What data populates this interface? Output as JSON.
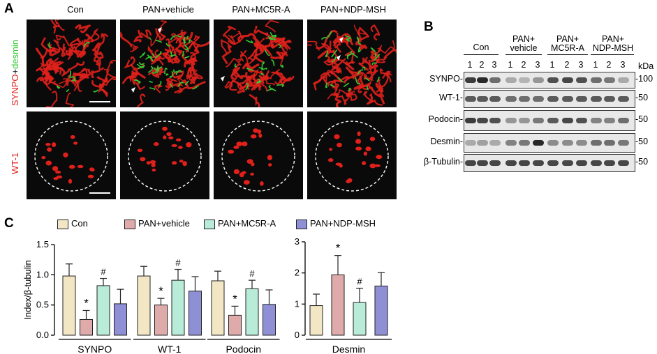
{
  "panel_letters": {
    "a": "A",
    "b": "B",
    "c": "C"
  },
  "panel_a": {
    "columns": [
      "Con",
      "PAN+vehicle",
      "PAN+MC5R-A",
      "PAN+NDP-MSH"
    ],
    "row1_label_red": "SYNPO",
    "row1_label_plus": "+",
    "row1_label_green": "desmin",
    "row2_label": "WT-1",
    "colors": {
      "red": "#e0201b",
      "green": "#33cc33",
      "background": "#0a0a0a"
    }
  },
  "panel_b": {
    "group_headers": [
      "Con",
      "PAN+ vehicle",
      "PAN+ MC5R-A",
      "PAN+ NDP-MSH"
    ],
    "lane_numbers": [
      "1",
      "2",
      "3"
    ],
    "kda_header": "kDa",
    "blots": [
      {
        "name": "SYNPO-",
        "kda": "-100"
      },
      {
        "name": "WT-1-",
        "kda": "-50"
      },
      {
        "name": "Podocin-",
        "kda": "-50"
      },
      {
        "name": "Desmin-",
        "kda": "-50"
      },
      {
        "name": "β-Tubulin-",
        "kda": "-50"
      }
    ]
  },
  "chart_data": [
    {
      "type": "bar",
      "title": "",
      "ylabel": "Index/β-tubulin",
      "ylim": [
        0,
        1.5
      ],
      "yticks": [
        "0.0",
        "0.5",
        "1.0",
        "1.5"
      ],
      "groups": [
        "SYNPO",
        "WT-1",
        "Podocin"
      ],
      "series": [
        {
          "name": "Con",
          "color": "#f2e6c4",
          "values": [
            0.98,
            0.98,
            0.9
          ],
          "errors": [
            0.2,
            0.16,
            0.16
          ]
        },
        {
          "name": "PAN+vehicle",
          "color": "#deaaaa",
          "values": [
            0.26,
            0.5,
            0.33
          ],
          "errors": [
            0.15,
            0.11,
            0.15
          ]
        },
        {
          "name": "PAN+MC5R-A",
          "color": "#b8ebd8",
          "values": [
            0.82,
            0.91,
            0.77
          ],
          "errors": [
            0.12,
            0.18,
            0.14
          ]
        },
        {
          "name": "PAN+NDP-MSH",
          "color": "#8f8fd6",
          "values": [
            0.52,
            0.73,
            0.51
          ],
          "errors": [
            0.24,
            0.24,
            0.24
          ]
        }
      ],
      "annotations": [
        {
          "group": 0,
          "series": 1,
          "text": "*"
        },
        {
          "group": 0,
          "series": 2,
          "text": "#"
        },
        {
          "group": 1,
          "series": 1,
          "text": "*"
        },
        {
          "group": 1,
          "series": 2,
          "text": "#"
        },
        {
          "group": 2,
          "series": 1,
          "text": "*"
        },
        {
          "group": 2,
          "series": 2,
          "text": "#"
        }
      ],
      "legend": "top"
    },
    {
      "type": "bar",
      "title": "",
      "ylabel": "",
      "ylim": [
        0,
        3
      ],
      "yticks": [
        "0",
        "1",
        "2",
        "3"
      ],
      "groups": [
        "Desmin"
      ],
      "series": [
        {
          "name": "Con",
          "color": "#f2e6c4",
          "values": [
            0.95
          ],
          "errors": [
            0.37
          ]
        },
        {
          "name": "PAN+vehicle",
          "color": "#deaaaa",
          "values": [
            1.94
          ],
          "errors": [
            0.62
          ]
        },
        {
          "name": "PAN+MC5R-A",
          "color": "#b8ebd8",
          "values": [
            1.05
          ],
          "errors": [
            0.46
          ]
        },
        {
          "name": "PAN+NDP-MSH",
          "color": "#8f8fd6",
          "values": [
            1.58
          ],
          "errors": [
            0.43
          ]
        }
      ],
      "annotations": [
        {
          "group": 0,
          "series": 1,
          "text": "*"
        },
        {
          "group": 0,
          "series": 2,
          "text": "#"
        }
      ]
    }
  ]
}
